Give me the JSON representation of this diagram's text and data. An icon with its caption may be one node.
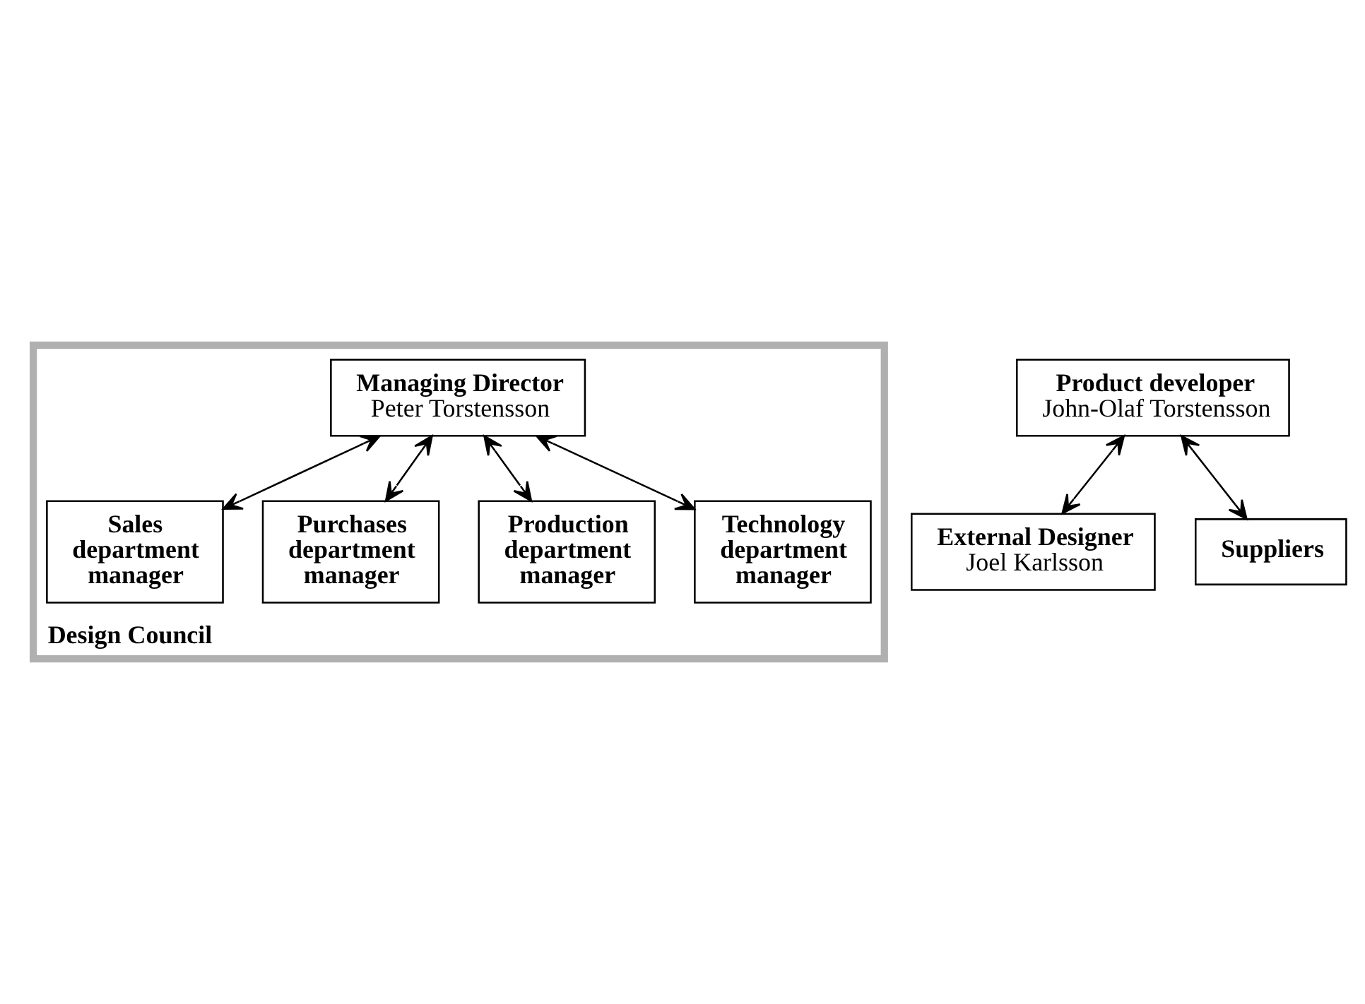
{
  "diagram": {
    "nodes": [
      {
        "text": [
          "Design Council"
        ]
      },
      {
        "text": [
          "Managing Director",
          "Peter Torstensson"
        ],
        "in": 0
      },
      {
        "text": [
          "Sales department manager"
        ],
        "in": 0
      },
      {
        "text": [
          "Purchases department manager"
        ],
        "in": 0
      },
      {
        "text": [
          "Production department manager"
        ],
        "in": 0
      },
      {
        "text": [
          "Technology department manager"
        ],
        "in": 0
      },
      {
        "text": [
          "Product developer",
          "John-Olaf Torstensson"
        ]
      },
      {
        "text": [
          "External Designer",
          "Joel Karlsson"
        ]
      },
      {
        "text": [
          "Suppliers"
        ]
      }
    ],
    "edges": [
      {
        "from": 1,
        "to": 2,
        "arrow": "both"
      },
      {
        "from": 1,
        "to": 3,
        "arrow": "both"
      },
      {
        "from": 1,
        "to": 4,
        "arrow": "both"
      },
      {
        "from": 1,
        "to": 5,
        "arrow": "both"
      },
      {
        "from": 6,
        "to": 7,
        "arrow": "both"
      },
      {
        "from": 6,
        "to": 8,
        "arrow": "both"
      }
    ]
  }
}
